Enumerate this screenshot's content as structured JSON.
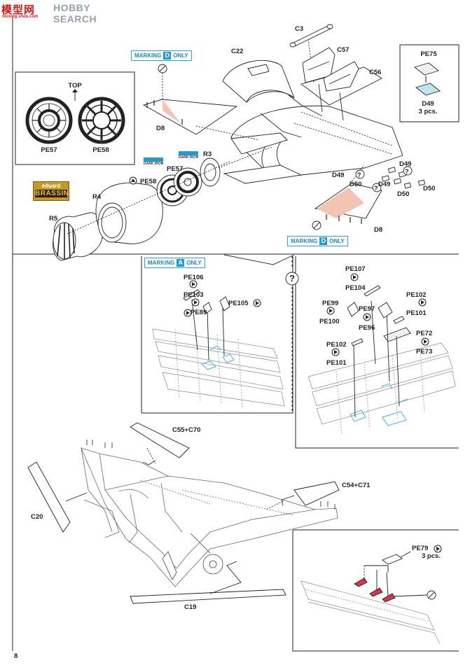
{
  "logo": {
    "text": "模型网",
    "sub": "moxing.shou.com",
    "search": "HOBBY SEARCH"
  },
  "page_number": "8",
  "marking_badges": [
    {
      "text": "MARKING",
      "letter": "D",
      "suffix": "ONLY"
    },
    {
      "text": "MARKING",
      "letter": "D",
      "suffix": "ONLY"
    },
    {
      "text": "MARKING",
      "letter": "A",
      "suffix": "ONLY"
    }
  ],
  "brassin": {
    "brand": "eduard",
    "name": "BRASSIN"
  },
  "paint_tags": [
    "DARK IRON",
    "DARK IRON"
  ],
  "inset_top": {
    "label_top": "TOP",
    "parts": [
      "PE57",
      "PE58"
    ]
  },
  "inset_pe75": {
    "part": "PE75",
    "sub_part": "D49",
    "qty": "3 pcs."
  },
  "upper_parts": {
    "c3": "C3",
    "c22": "C22",
    "c57": "C57",
    "c56": "C56",
    "d8_left": "D8",
    "d8_right": "D8",
    "pe57": "PE57",
    "pe58": "PE58",
    "r3": "R3",
    "r4": "R4",
    "r5": "R5",
    "d49_a": "D49",
    "d49_b": "D49",
    "d49_c": "D49",
    "d50_a": "D50",
    "d50_b": "D50",
    "d50_c": "D50"
  },
  "mid_left_parts": {
    "pe106": "PE106",
    "pe103": "PE103",
    "pe89": "PE89",
    "pe105": "PE105"
  },
  "mid_right_parts": {
    "question": "?",
    "pe107": "PE107",
    "pe104": "PE104",
    "pe99": "PE99",
    "pe100": "PE100",
    "pe97": "PE97",
    "pe96": "PE96",
    "pe102a": "PE102",
    "pe101a": "PE101",
    "pe72": "PE72",
    "pe73": "PE73",
    "pe102b": "PE102",
    "pe101b": "PE101"
  },
  "lower_parts": {
    "c55c70": "C55+C70",
    "c54c71": "C54+C71",
    "c20": "C20",
    "c19": "C19"
  },
  "inset_pe79": {
    "part": "PE79",
    "qty": "3 pcs."
  }
}
